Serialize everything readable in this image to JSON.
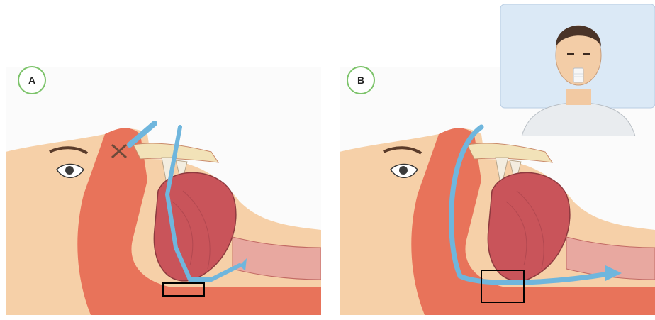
{
  "panels": [
    {
      "id": "A",
      "label": "A",
      "caption": ""
    },
    {
      "id": "B",
      "label": "B",
      "caption": ""
    }
  ],
  "colors": {
    "skin": "#f6d0a8",
    "flesh": "#e8735a",
    "muscle": "#c9545a",
    "bone": "#f2e2b8",
    "airflow": "#6fb6dd",
    "badge_border": "#7cc36a",
    "pillow": "#dbe9f6"
  },
  "icons": [
    "cross-mark-icon",
    "airflow-arrow-icon",
    "mouth-tape-icon"
  ]
}
